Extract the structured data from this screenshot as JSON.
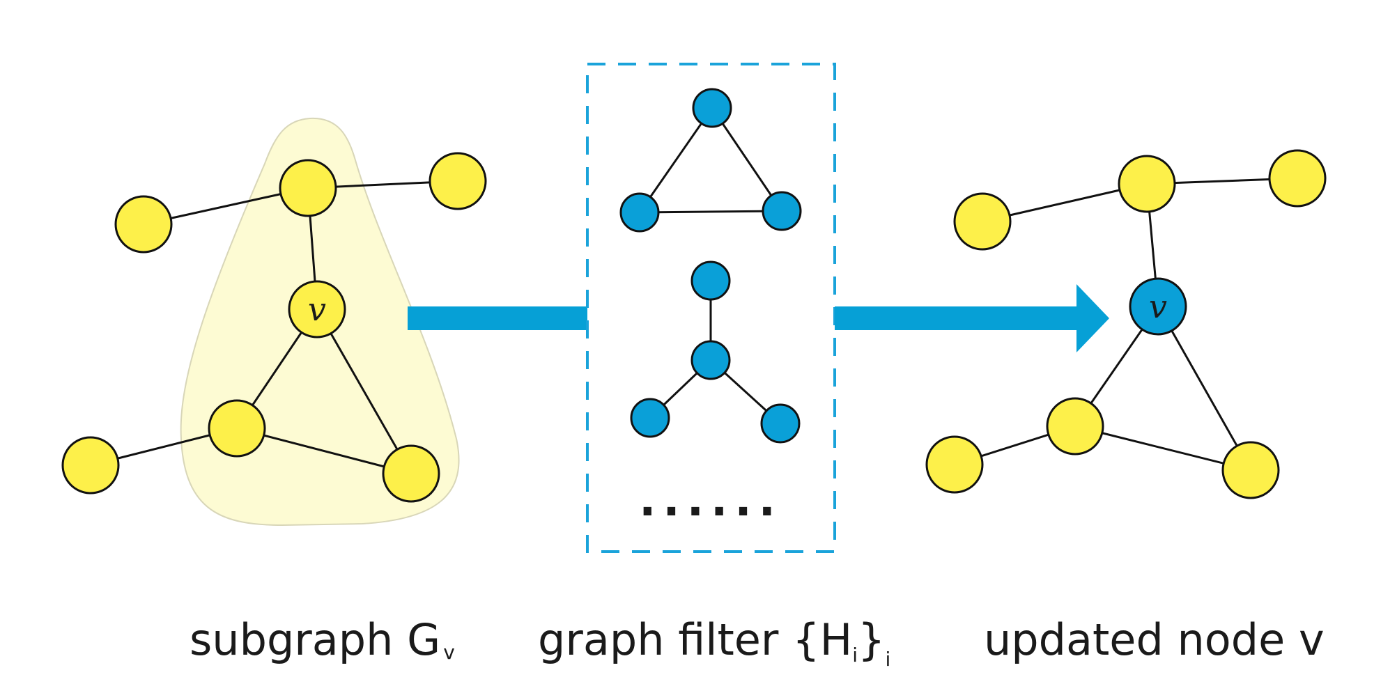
{
  "colors": {
    "yellow_node": "#fdf04a",
    "blue_node": "#0aa0d8",
    "highlight": "#fdfbd3",
    "arrow": "#06a0d6",
    "filter_border": "#1aa3da"
  },
  "left_graph": {
    "center_label": "v"
  },
  "right_graph": {
    "center_label": "v"
  },
  "filter_box": {
    "ellipsis": "......"
  },
  "captions": {
    "left_main": "subgraph G",
    "left_sub": "v",
    "middle_main": "graph filter {H",
    "middle_sub1": "i",
    "middle_close": "}",
    "middle_sub2": "i",
    "right": "updated node v"
  }
}
